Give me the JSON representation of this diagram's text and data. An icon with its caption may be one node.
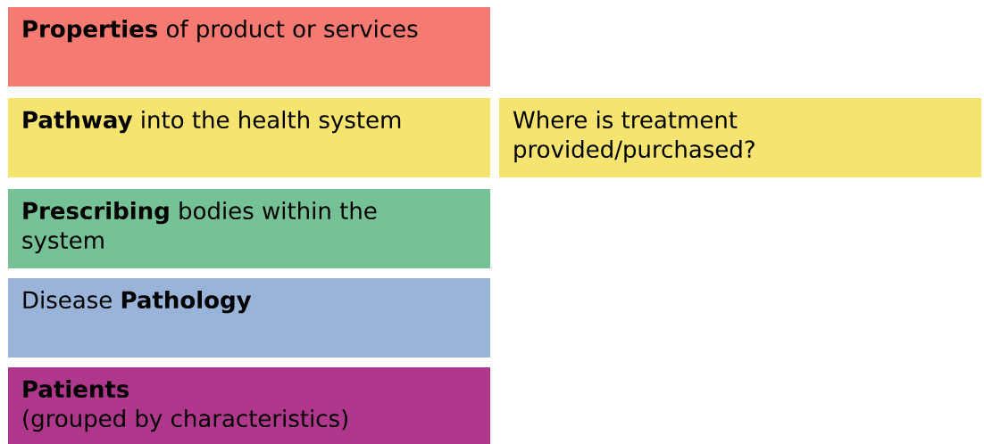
{
  "diagram": {
    "nodes": [
      {
        "text": [
          "**Properties** of product or services"
        ]
      },
      {
        "text": [
          "**Pathway** into the health system"
        ]
      },
      {
        "text": [
          "**Prescribing** bodies within the system"
        ]
      },
      {
        "text": [
          "Disease **Pathology**"
        ]
      },
      {
        "text": [
          "Patients",
          "(grouped by characteristics)"
        ]
      },
      {
        "text": [
          "Where is treatment provided/purchased?"
        ]
      }
    ]
  }
}
